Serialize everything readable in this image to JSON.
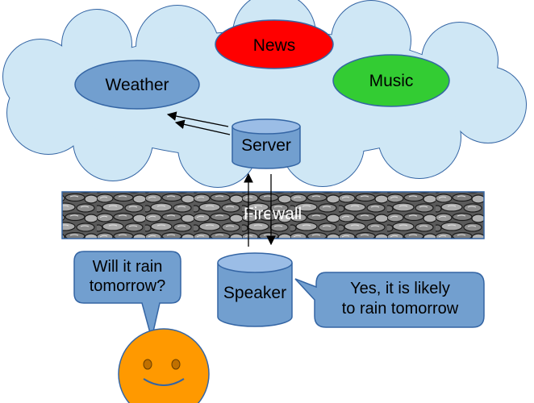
{
  "services": {
    "news": "News",
    "music": "Music",
    "weather": "Weather"
  },
  "server": {
    "label": "Server"
  },
  "firewall": {
    "label": "Firewall"
  },
  "speaker": {
    "label": "Speaker"
  },
  "user_bubble": {
    "line1": "Will it rain",
    "line2": "tomorrow?"
  },
  "reply_bubble": {
    "line1": "Yes, it is likely",
    "line2": "to rain tomorrow"
  },
  "colors": {
    "cloud_fill": "#cfe7f5",
    "cloud_stroke": "#3465a4",
    "news": "#ff0000",
    "music": "#33cc33",
    "weather": "#729fcf",
    "shape_blue": "#729fcf",
    "shape_blue_dark": "#3465a4",
    "smiley": "#ff9900"
  }
}
